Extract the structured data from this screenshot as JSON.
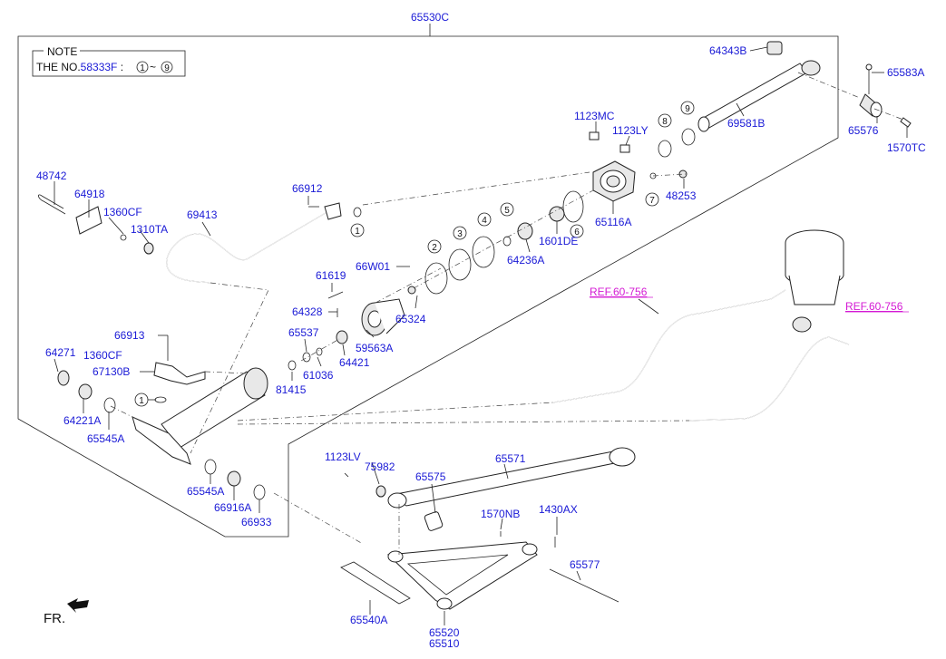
{
  "note": {
    "title": "NOTE",
    "text_prefix": "THE NO.",
    "part_ref": "58333F",
    "range_start": "1",
    "range_sep": "~",
    "range_end": "9"
  },
  "fr_label": "FR.",
  "ref_links": [
    "REF.60-756",
    "REF.60-756"
  ],
  "labels": [
    "65530C",
    "64343B",
    "65583A",
    "69581B",
    "65576",
    "1570TC",
    "1123MC",
    "1123LY",
    "48253",
    "65116A",
    "1601DE",
    "64236A",
    "48742",
    "64918",
    "1360CF",
    "1310TA",
    "69413",
    "66912",
    "66W01",
    "61619",
    "64328",
    "65324",
    "59563A",
    "65537",
    "64421",
    "61036",
    "81415",
    "66913",
    "64271",
    "1360CF",
    "67130B",
    "64221A",
    "65545A",
    "65545A",
    "66916A",
    "66933",
    "1123LV",
    "75982",
    "65575",
    "65571",
    "1570NB",
    "1430AX",
    "65577",
    "65540A",
    "65520",
    "65510"
  ],
  "circle_numbers": [
    "1",
    "2",
    "3",
    "4",
    "5",
    "6",
    "7",
    "8",
    "9",
    "1",
    "1"
  ]
}
